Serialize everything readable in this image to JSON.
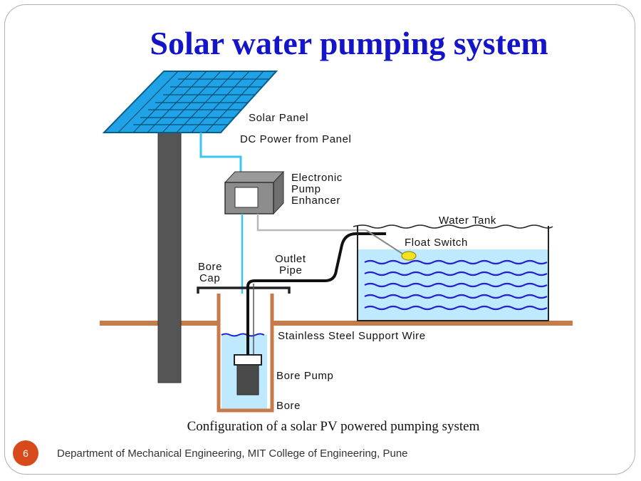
{
  "slide": {
    "title": "Solar water pumping system",
    "caption": "Configuration of a solar PV powered pumping system",
    "slide_number": "6",
    "footer": "Department of Mechanical Engineering, MIT College of Engineering, Pune"
  },
  "diagram": {
    "labels": {
      "solar_panel": "Solar Panel",
      "dc_power": "DC Power from Panel",
      "enhancer_1": "Electronic",
      "enhancer_2": "Pump",
      "enhancer_3": "Enhancer",
      "water_tank": "Water Tank",
      "float_switch": "Float Switch",
      "outlet_1": "Outlet",
      "outlet_2": "Pipe",
      "bore_cap_1": "Bore",
      "bore_cap_2": "Cap",
      "support_wire": "Stainless Steel Support Wire",
      "bore_pump": "Bore Pump",
      "bore": "Bore"
    }
  },
  "colors": {
    "title": "#1414c8",
    "panel": "#1fa3e6",
    "ground": "#c87b4a",
    "water": "#bfe9ff",
    "wave": "#2020d0",
    "badge": "#d84a1b"
  }
}
